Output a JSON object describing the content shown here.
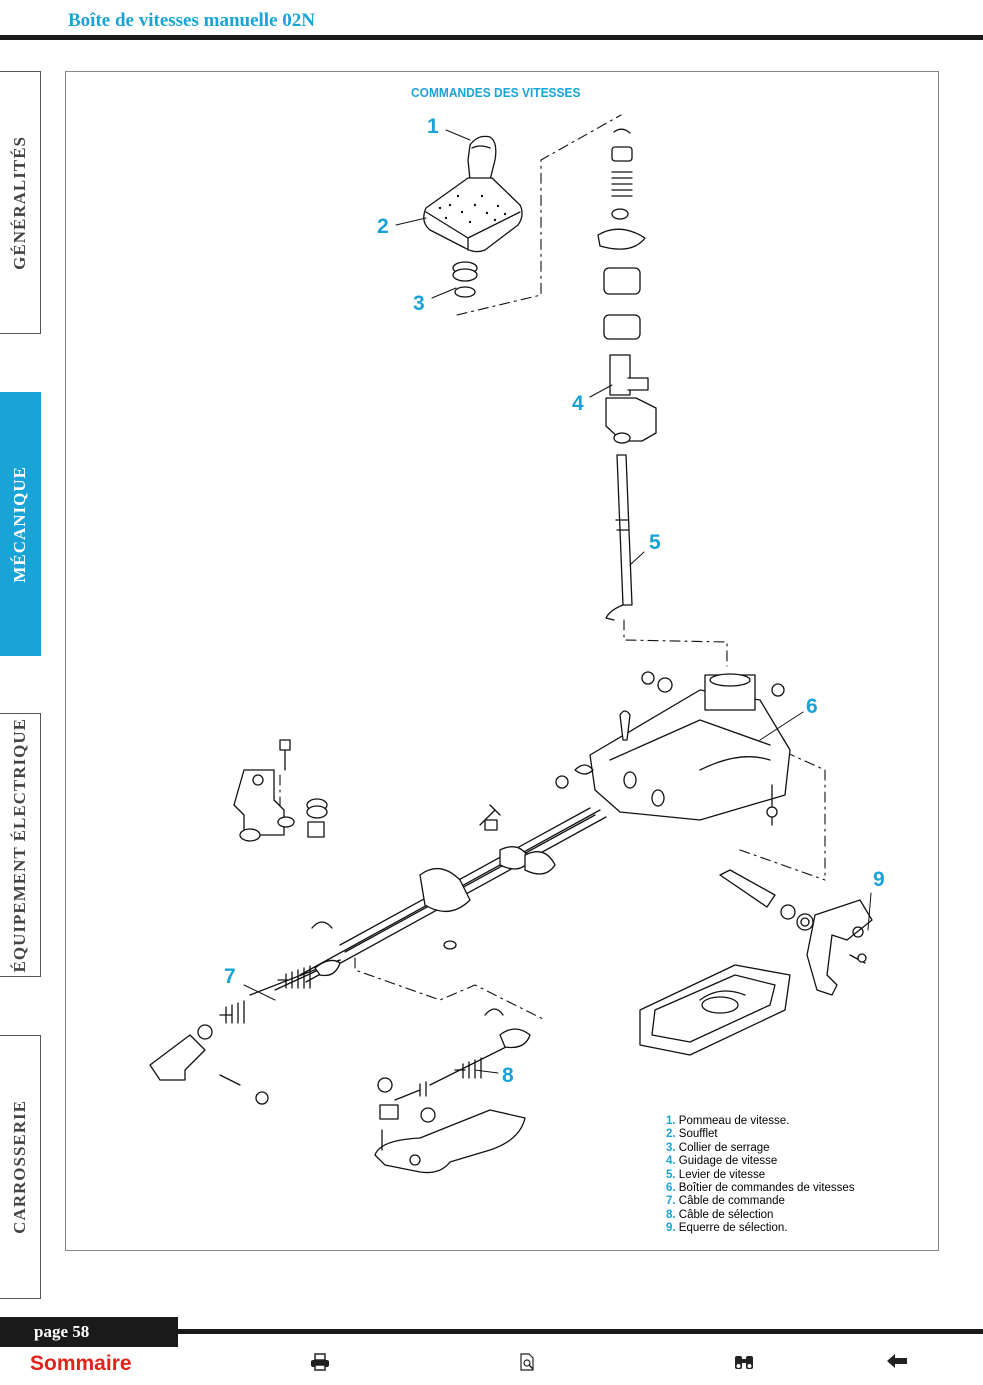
{
  "header": {
    "title": "Boîte de vitesses manuelle 02N"
  },
  "sidebar": {
    "tabs": [
      {
        "label": "GÉNÉRALITÉS"
      },
      {
        "label": "MÉCANIQUE"
      },
      {
        "label": "ÉQUIPEMENT ÉLECTRIQUE"
      },
      {
        "label": "CARROSSERIE"
      }
    ]
  },
  "figure": {
    "title": "COMMANDES DES VITESSES",
    "callouts": [
      "1",
      "2",
      "3",
      "4",
      "5",
      "6",
      "7",
      "8",
      "9"
    ]
  },
  "legend": {
    "items": [
      {
        "num": "1.",
        "text": "Pommeau de vitesse."
      },
      {
        "num": "2.",
        "text": "Soufflet"
      },
      {
        "num": "3.",
        "text": "Collier de serrage"
      },
      {
        "num": "4.",
        "text": "Guidage de vitesse"
      },
      {
        "num": "5.",
        "text": "Levier de vitesse"
      },
      {
        "num": "6.",
        "text": "Boîtier de commandes de vitesses"
      },
      {
        "num": "7.",
        "text": "Câble de commande"
      },
      {
        "num": "8.",
        "text": "Câble de sélection"
      },
      {
        "num": "9.",
        "text": "Equerre de sélection."
      }
    ]
  },
  "footer": {
    "page_label": "page 58",
    "sommaire_label": "Sommaire",
    "icons": [
      "printer-icon",
      "document-search-icon",
      "binoculars-icon",
      "back-arrow-icon"
    ]
  },
  "colors": {
    "accent": "#1aa3d6",
    "link": "#e2231a",
    "rule": "#1a1a1a"
  }
}
